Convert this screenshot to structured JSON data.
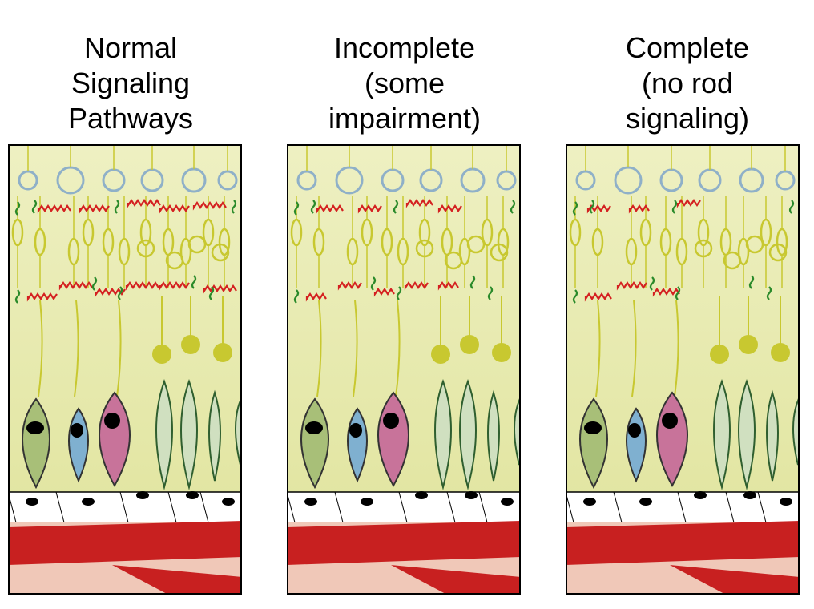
{
  "panels": [
    {
      "key": "normal",
      "title": "Normal\nSignaling\nPathways",
      "rod_signaling": "full"
    },
    {
      "key": "incomplete",
      "title": "Incomplete\n(some\nimpairment)",
      "rod_signaling": "partial"
    },
    {
      "key": "complete",
      "title": "Complete\n(no rod\nsignaling)",
      "rod_signaling": "none"
    }
  ],
  "colors": {
    "background_top": "#eef0c2",
    "background_bottom": "#dfe39a",
    "photoreceptor_ring": "#8fb0c8",
    "bipolar_yellow": "#c8c830",
    "synapse_red": "#d42020",
    "receptor_green": "#2a8a2a",
    "ganglion_green": "#a8bf78",
    "ganglion_blue": "#7fb0d0",
    "ganglion_pink": "#c8739a",
    "rod_pathway_green": "#d0e0c0",
    "vessel_red": "#c82020",
    "tissue_pink": "#f0c8b8"
  },
  "icons": [
    "photoreceptor-icon",
    "synapse-icon",
    "ganglion-cell-icon",
    "blood-vessel-icon"
  ]
}
